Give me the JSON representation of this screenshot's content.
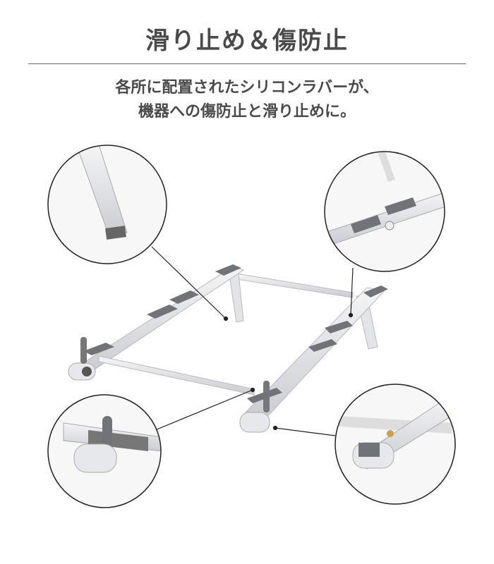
{
  "header": {
    "title": "滑り止め＆傷防止",
    "subtitle_line1": "各所に配置されたシリコンラバーが、",
    "subtitle_line2": "機器への傷防止と滑り止めに。"
  },
  "illustration": {
    "product": "laptop-stand",
    "detail_callouts": [
      "leg-tip-rubber",
      "rail-rubber-pads",
      "front-hook-rubber",
      "front-foot-rubber"
    ]
  }
}
